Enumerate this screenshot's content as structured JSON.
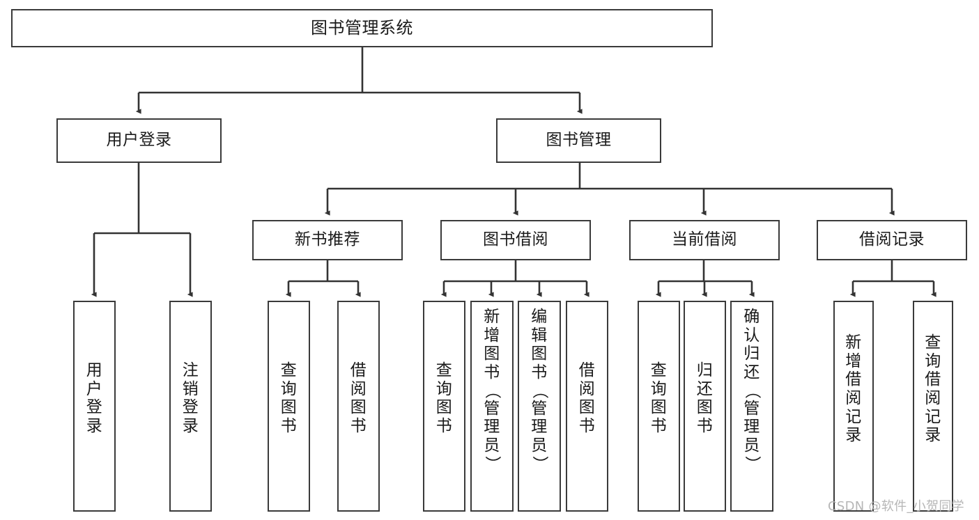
{
  "diagram": {
    "title": "图书管理系统",
    "type": "tree-hierarchy-chart",
    "watermark": "CSDN @软件_小贺同学",
    "colors": {
      "box_border": "#3a3a3a",
      "box_fill": "#ffffff",
      "edge": "#333333",
      "text": "#1a1a1a",
      "watermark": "#b6b6b6",
      "background": "#ffffff"
    },
    "levels": {
      "root": "图书管理系统",
      "level2": [
        "用户登录",
        "图书管理"
      ],
      "level3": [
        "新书推荐",
        "图书借阅",
        "当前借阅",
        "借阅记录"
      ]
    },
    "nodes": {
      "root": "图书管理系统",
      "user_login": "用户登录",
      "book_manage": "图书管理",
      "new_book_rec": "新书推荐",
      "book_borrow": "图书借阅",
      "current_borrow": "当前借阅",
      "borrow_record": "借阅记录",
      "leaf_user_login": "用户登录",
      "leaf_logout_login": "注销登录",
      "leaf_query_book_1": "查询图书",
      "leaf_borrow_book_1": "借阅图书",
      "leaf_query_book_2": "查询图书",
      "leaf_add_book": "新增图书（管理员）",
      "leaf_edit_book": "编辑图书（管理员）",
      "leaf_borrow_book_2": "借阅图书",
      "leaf_query_book_3": "查询图书",
      "leaf_return_book": "归还图书",
      "leaf_confirm_return": "确认归还（管理员）",
      "leaf_add_record": "新增借阅记录",
      "leaf_query_record": "查询借阅记录"
    },
    "edges": [
      {
        "from": "图书管理系统",
        "to": "用户登录"
      },
      {
        "from": "图书管理系统",
        "to": "图书管理"
      },
      {
        "from": "用户登录",
        "to": "用户登录"
      },
      {
        "from": "用户登录",
        "to": "注销登录"
      },
      {
        "from": "图书管理",
        "to": "新书推荐"
      },
      {
        "from": "图书管理",
        "to": "图书借阅"
      },
      {
        "from": "图书管理",
        "to": "当前借阅"
      },
      {
        "from": "图书管理",
        "to": "借阅记录"
      },
      {
        "from": "新书推荐",
        "to": "查询图书"
      },
      {
        "from": "新书推荐",
        "to": "借阅图书"
      },
      {
        "from": "图书借阅",
        "to": "查询图书"
      },
      {
        "from": "图书借阅",
        "to": "新增图书（管理员）"
      },
      {
        "from": "图书借阅",
        "to": "编辑图书（管理员）"
      },
      {
        "from": "图书借阅",
        "to": "借阅图书"
      },
      {
        "from": "当前借阅",
        "to": "查询图书"
      },
      {
        "from": "当前借阅",
        "to": "归还图书"
      },
      {
        "from": "当前借阅",
        "to": "确认归还（管理员）"
      },
      {
        "from": "借阅记录",
        "to": "新增借阅记录"
      },
      {
        "from": "借阅记录",
        "to": "查询借阅记录"
      }
    ]
  }
}
